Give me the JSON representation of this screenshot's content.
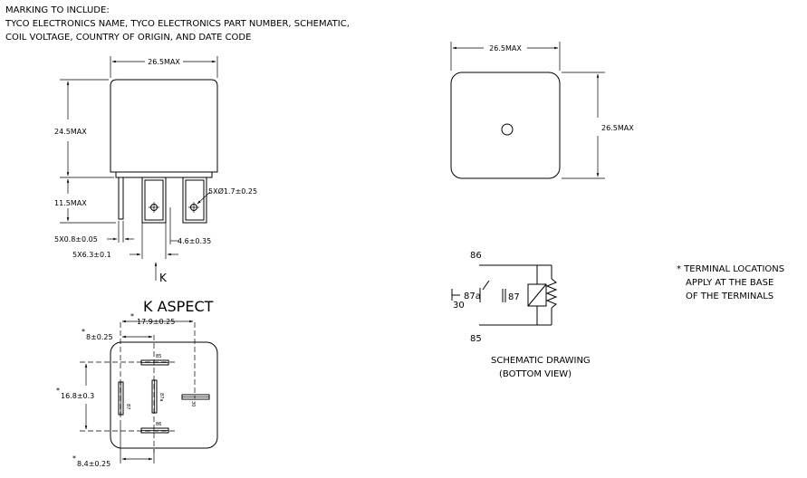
{
  "marking": {
    "line1": "MARKING TO INCLUDE:",
    "line2": "TYCO ELECTRONICS NAME, TYCO ELECTRONICS PART NUMBER, SCHEMATIC,",
    "line3": "COIL VOLTAGE, COUNTRY OF ORIGIN, AND DATE CODE"
  },
  "side_view": {
    "width_dim": "26.5MAX",
    "height_dim": "24.5MAX",
    "terminal_dim": "11.5MAX",
    "hole_dim": "5XØ1.7±0.25",
    "term_thickness": "5X0.8±0.05",
    "term_width": "5X6.3±0.1",
    "hole_offset": "4.6±0.35",
    "view_arrow": "K"
  },
  "top_view": {
    "width_dim": "26.5MAX",
    "height_dim": "26.5MAX"
  },
  "k_aspect": {
    "title": "K ASPECT",
    "dim_17_9": "17.9±0.25",
    "dim_8": "8±0.25",
    "dim_16_8": "16.8±0.3",
    "dim_8_4": "8.4±0.25",
    "asterisk": "*",
    "pin_85": "85",
    "pin_87": "87",
    "pin_87a": "87a",
    "pin_30": "30",
    "pin_86": "86"
  },
  "schematic": {
    "pin_86": "86",
    "pin_85": "85",
    "pin_30": "30",
    "pin_87a": "87a",
    "pin_87": "87",
    "caption1": "SCHEMATIC DRAWING",
    "caption2": "(BOTTOM VIEW)"
  },
  "note": {
    "line1": "* TERMINAL LOCATIONS",
    "line2": "APPLY AT THE BASE",
    "line3": "OF THE TERMINALS"
  }
}
